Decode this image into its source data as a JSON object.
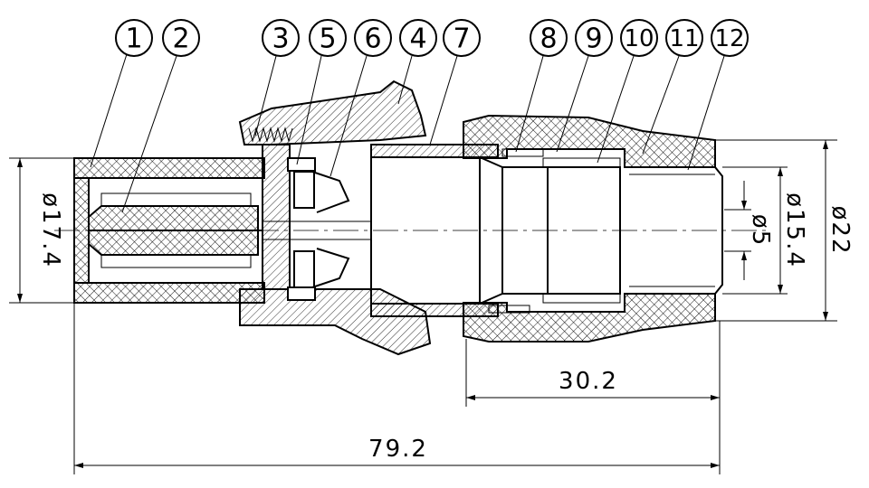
{
  "drawing": {
    "balloons": [
      "1",
      "2",
      "3",
      "5",
      "6",
      "4",
      "7",
      "8",
      "9",
      "10",
      "11",
      "12"
    ],
    "dimensions": {
      "outer_left_diameter": "ø17.4",
      "outer_right_diameter": "ø22",
      "inner_diameter": "ø15.4",
      "pin_diameter": "ø5",
      "nut_length": "30.2",
      "total_length": "79.2"
    }
  }
}
